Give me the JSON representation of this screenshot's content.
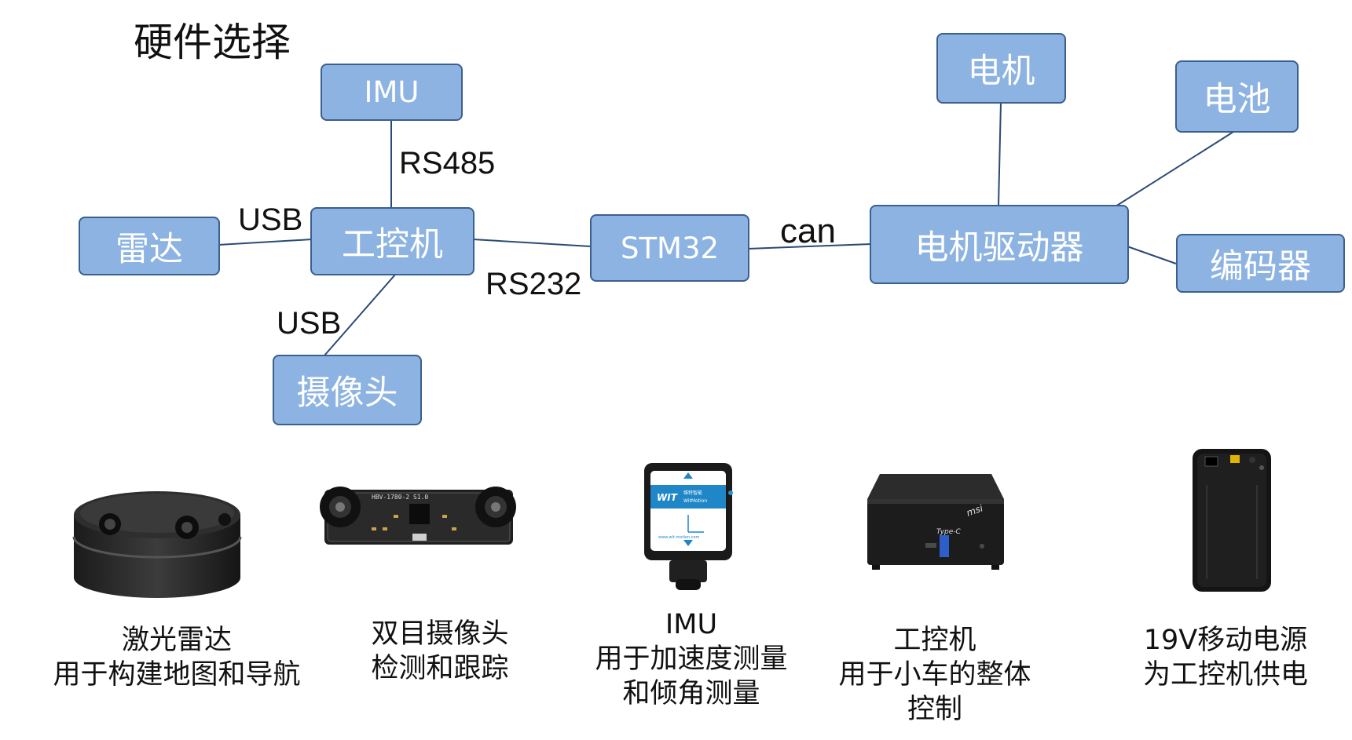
{
  "title": "硬件选择",
  "nodes": {
    "imu": "IMU",
    "radar": "雷达",
    "ipc": "工控机",
    "camera": "摄像头",
    "stm32": "STM32",
    "driver": "电机驱动器",
    "motor": "电机",
    "battery": "电池",
    "encoder": "编码器"
  },
  "links": {
    "imu_ipc": "RS485",
    "radar_ipc": "USB",
    "camera_ipc": "USB",
    "ipc_stm32": "RS232",
    "stm32_driver": "can"
  },
  "devices": [
    {
      "name": "激光雷达",
      "desc": "用于构建地图和导航"
    },
    {
      "name": "双目摄像头",
      "desc": "检测和跟踪"
    },
    {
      "name": "IMU",
      "desc_line1": "用于加速度测量",
      "desc_line2": "和倾角测量"
    },
    {
      "name": "工控机",
      "desc_line1": "用于小车的整体",
      "desc_line2": "控制"
    },
    {
      "name": "19V移动电源",
      "desc": "为工控机供电"
    }
  ],
  "device_labels": {
    "camera_board": "HBV-1780-2 S1.0",
    "imu_logo": "WIT",
    "imu_brand": "维特智能",
    "imu_brand_en": "WitMotion",
    "imu_url": "www.wit-motion.com",
    "pc_port": "Type-C",
    "pc_brand": "msi"
  },
  "colors": {
    "node_fill": "#8db3e2",
    "node_border": "#3b5f8f",
    "node_text": "#ffffff",
    "line": "#2b4a73"
  }
}
